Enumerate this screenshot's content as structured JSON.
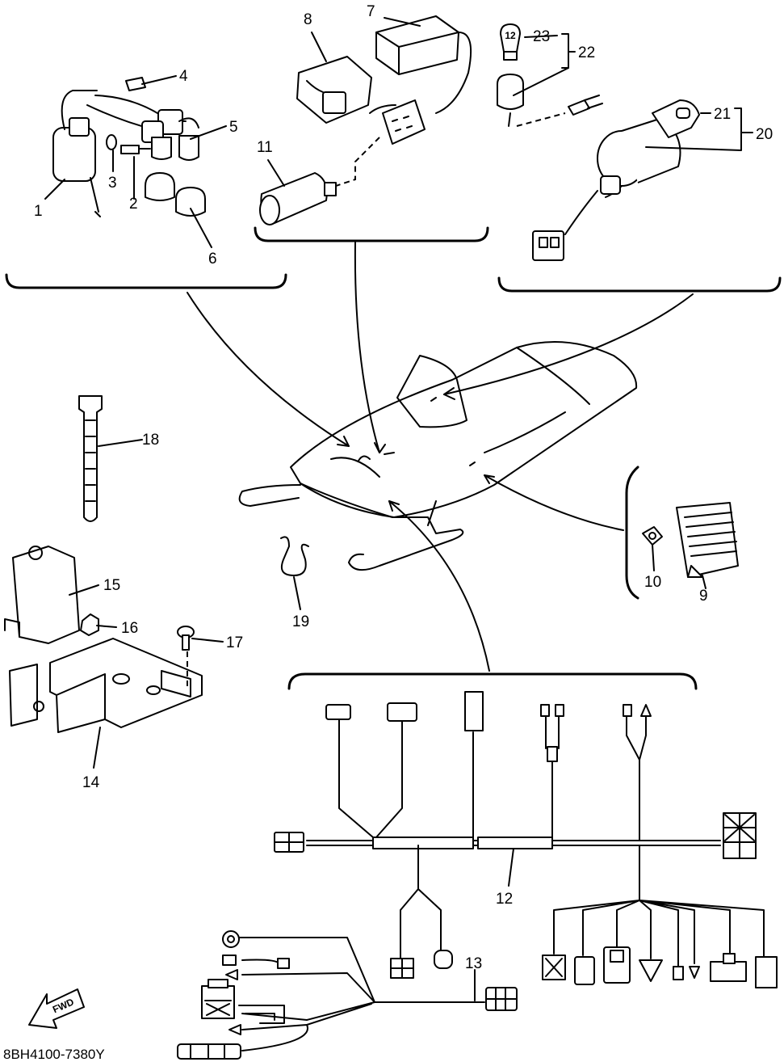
{
  "diagram": {
    "callouts": {
      "p1": "1",
      "p2": "2",
      "p3": "3",
      "p4": "4",
      "p5": "5",
      "p6": "6",
      "p7": "7",
      "p8": "8",
      "p9": "9",
      "p10": "10",
      "p11": "11",
      "p12": "12",
      "p13": "13",
      "p14": "14",
      "p15": "15",
      "p16": "16",
      "p17": "17",
      "p18": "18",
      "p19": "19",
      "p20": "20",
      "p21": "21",
      "p22": "22",
      "p23": "23"
    },
    "fwd_label": "FWD",
    "drawing_code": "8BH4100-7380Y",
    "bulb_marking": "12"
  }
}
